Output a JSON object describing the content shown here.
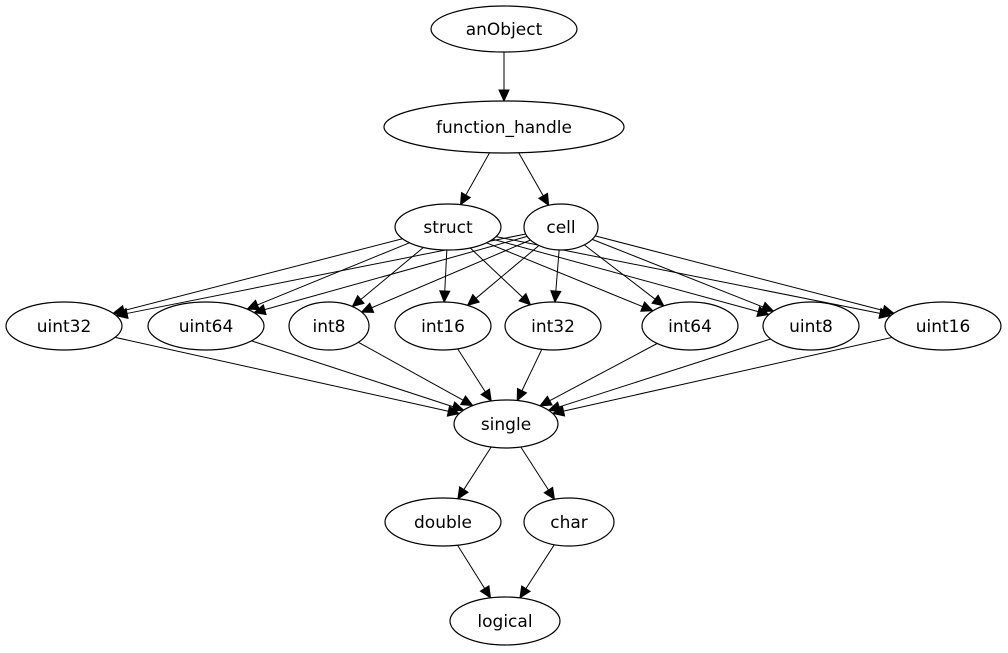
{
  "diagram": {
    "type": "directed-graph",
    "nodes": [
      {
        "id": "anObject",
        "label": "anObject"
      },
      {
        "id": "function_handle",
        "label": "function_handle"
      },
      {
        "id": "struct",
        "label": "struct"
      },
      {
        "id": "cell",
        "label": "cell"
      },
      {
        "id": "uint32",
        "label": "uint32"
      },
      {
        "id": "uint64",
        "label": "uint64"
      },
      {
        "id": "int8",
        "label": "int8"
      },
      {
        "id": "int16",
        "label": "int16"
      },
      {
        "id": "int32",
        "label": "int32"
      },
      {
        "id": "int64",
        "label": "int64"
      },
      {
        "id": "uint8",
        "label": "uint8"
      },
      {
        "id": "uint16",
        "label": "uint16"
      },
      {
        "id": "single",
        "label": "single"
      },
      {
        "id": "double",
        "label": "double"
      },
      {
        "id": "char",
        "label": "char"
      },
      {
        "id": "logical",
        "label": "logical"
      }
    ],
    "edges": [
      {
        "from": "anObject",
        "to": "function_handle"
      },
      {
        "from": "function_handle",
        "to": "struct"
      },
      {
        "from": "function_handle",
        "to": "cell"
      },
      {
        "from": "struct",
        "to": "uint32"
      },
      {
        "from": "struct",
        "to": "uint64"
      },
      {
        "from": "struct",
        "to": "int8"
      },
      {
        "from": "struct",
        "to": "int16"
      },
      {
        "from": "struct",
        "to": "int32"
      },
      {
        "from": "struct",
        "to": "int64"
      },
      {
        "from": "struct",
        "to": "uint8"
      },
      {
        "from": "struct",
        "to": "uint16"
      },
      {
        "from": "cell",
        "to": "uint32"
      },
      {
        "from": "cell",
        "to": "uint64"
      },
      {
        "from": "cell",
        "to": "int8"
      },
      {
        "from": "cell",
        "to": "int16"
      },
      {
        "from": "cell",
        "to": "int32"
      },
      {
        "from": "cell",
        "to": "int64"
      },
      {
        "from": "cell",
        "to": "uint8"
      },
      {
        "from": "cell",
        "to": "uint16"
      },
      {
        "from": "uint32",
        "to": "single"
      },
      {
        "from": "uint64",
        "to": "single"
      },
      {
        "from": "int8",
        "to": "single"
      },
      {
        "from": "int16",
        "to": "single"
      },
      {
        "from": "int32",
        "to": "single"
      },
      {
        "from": "int64",
        "to": "single"
      },
      {
        "from": "uint8",
        "to": "single"
      },
      {
        "from": "uint16",
        "to": "single"
      },
      {
        "from": "single",
        "to": "double"
      },
      {
        "from": "single",
        "to": "char"
      },
      {
        "from": "double",
        "to": "logical"
      },
      {
        "from": "char",
        "to": "logical"
      }
    ]
  }
}
